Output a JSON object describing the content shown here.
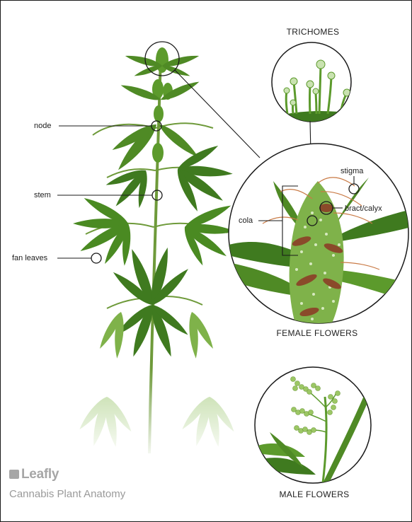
{
  "labels": {
    "node": "node",
    "stem": "stem",
    "fan_leaves": "fan leaves",
    "stigma": "stigma",
    "bract_calyx": "bract/calyx",
    "cola": "cola"
  },
  "titles": {
    "trichomes": "TRICHOMES",
    "female_flowers": "FEMALE FLOWERS",
    "male_flowers": "MALE FLOWERS"
  },
  "brand": {
    "logo_text": "Leafly",
    "caption": "Cannabis Plant Anatomy"
  },
  "colors": {
    "leaf_dark": "#3f7a1f",
    "leaf_mid": "#5c9a2c",
    "leaf_light": "#9cc765",
    "stem": "#6e9a3a",
    "pistil": "#8a4a2a",
    "trichome": "#c9e2b0",
    "logo_gray": "#a6a6a6"
  }
}
